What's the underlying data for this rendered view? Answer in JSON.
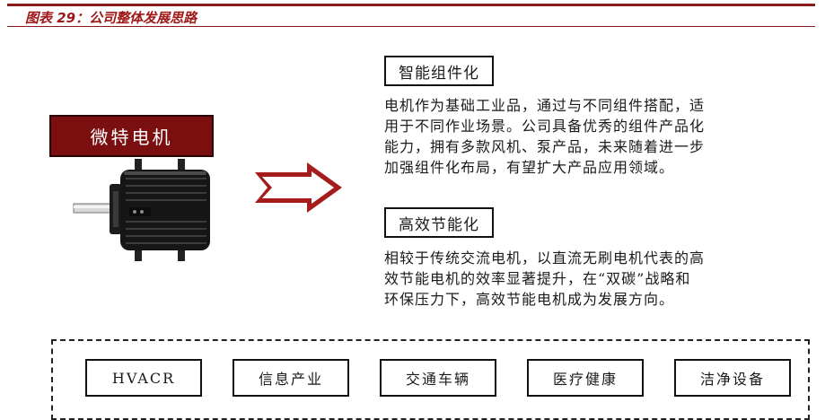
{
  "caption": "图表 29：公司整体发展思路",
  "motor": {
    "label": "微特电机"
  },
  "sections": [
    {
      "title": "智能组件化",
      "desc_lines": [
        "电机作为基础工业品，通过与不同组件搭配，适",
        "用于不同作业场景。公司具备优秀的组件产品化",
        "能力，拥有多款风机、泵产品，未来随着进一步",
        "加强组件化布局，有望扩大产品应用领域。"
      ]
    },
    {
      "title": "高效节能化",
      "desc_lines": [
        "相较于传统交流电机，以直流无刷电机代表的高",
        "效节能电机的效率显著提升，在“双碳”战略和",
        "环保压力下，高效节能电机成为发展方向。"
      ]
    }
  ],
  "applications": [
    "HVACR",
    "信息产业",
    "交通车辆",
    "医疗健康",
    "洁净设备"
  ],
  "colors": {
    "accent": "#8b1a1a",
    "label_bg": "#7b0f0f"
  }
}
